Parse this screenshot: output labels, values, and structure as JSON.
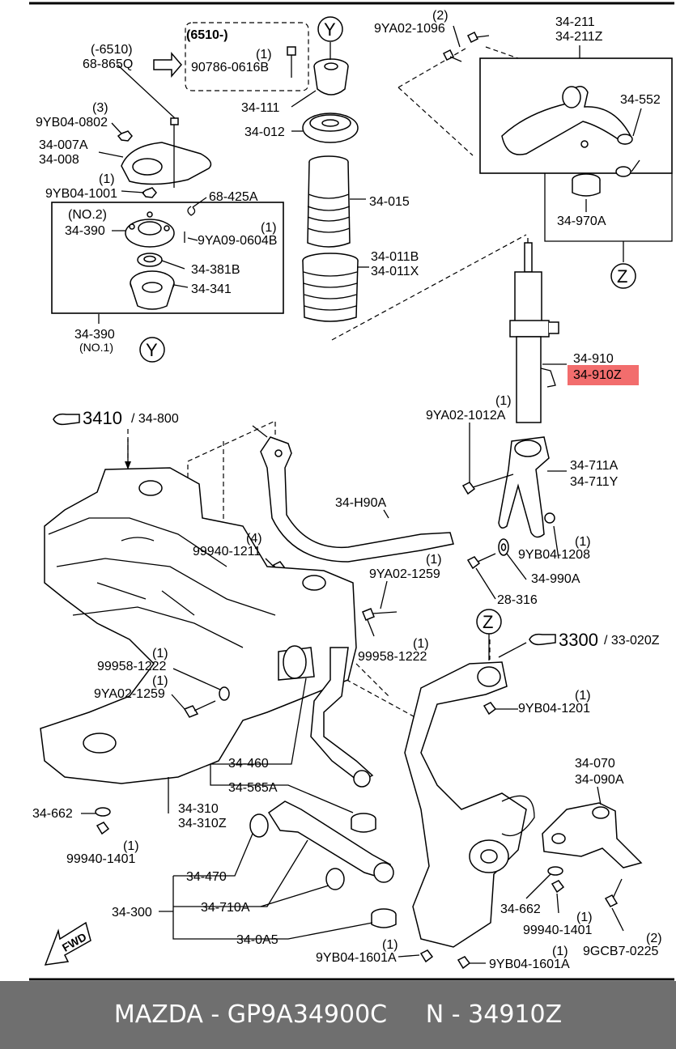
{
  "labels": {
    "a01": "(-6510)",
    "a02": "68-865Q",
    "a03": "(6510-)",
    "a04": "(1)",
    "a05": "90786-0616B",
    "a06": "Y",
    "a07": "(2)",
    "a08": "9YA02-1096",
    "a09": "34-211",
    "a10": "34-211Z",
    "a11": "(3)",
    "a12": "9YB04-0802",
    "a13": "34-111",
    "a14": "34-552",
    "a15": "34-007A",
    "a16": "34-008",
    "a17": "34-012",
    "a18": "(1)",
    "a19": "9YB04-1001",
    "a20": "68-425A",
    "a21": "34-015",
    "a22": "34-970A",
    "a23": "(NO.2)",
    "a24": "34-390",
    "a25": "(1)",
    "a26": "9YA09-0604B",
    "a27": "34-011B",
    "a28": "34-011X",
    "a29": "34-381B",
    "a30": "Z",
    "a31": "34-341",
    "a32": "34-390",
    "a33": "(NO.1)",
    "a34": "Y",
    "a35": "34-910",
    "a36": "34-910Z",
    "a37": "(1)",
    "a38": "9YA02-1012A",
    "a39": "3410",
    "a40": "/ 34-800",
    "a41": "34-711A",
    "a42": "34-711Y",
    "a43": "34-H90A",
    "a44": "(4)",
    "a45": "99940-1211",
    "a46": "(1)",
    "a47": "(1)",
    "a48": "9YB04-1208",
    "a49": "9YA02-1259",
    "a50": "34-990A",
    "a51": "28-316",
    "a52": "(1)",
    "a53": "99958-1222",
    "a54": "Z",
    "a55": "(1)",
    "a56": "99958-1222",
    "a57": "3300",
    "a58": "/ 33-020Z",
    "a59": "(1)",
    "a60": "9YA02-1259",
    "a61": "(1)",
    "a62": "9YB04-1201",
    "a63": "34-460",
    "a64": "34-070",
    "a65": "34-090A",
    "a66": "34-565A",
    "a67": "34-310",
    "a68": "34-310Z",
    "a69": "34-662",
    "a70": "(1)",
    "a71": "99940-1401",
    "a72": "34-470",
    "a73": "34-300",
    "a74": "34-710A",
    "a75": "34-662",
    "a76": "(1)",
    "a77": "99940-1401",
    "a78": "(2)",
    "a79": "9GCB7-0225",
    "a80": "34-0A5",
    "a81": "(1)",
    "a82": "9YB04-1601A",
    "a83": "(1)",
    "a84": "9YB04-1601A",
    "a85": "FWD"
  },
  "highlight_color": "#f26d6d",
  "footer": {
    "text": "MAZDA - GP9A34900C     N - 34910Z"
  }
}
